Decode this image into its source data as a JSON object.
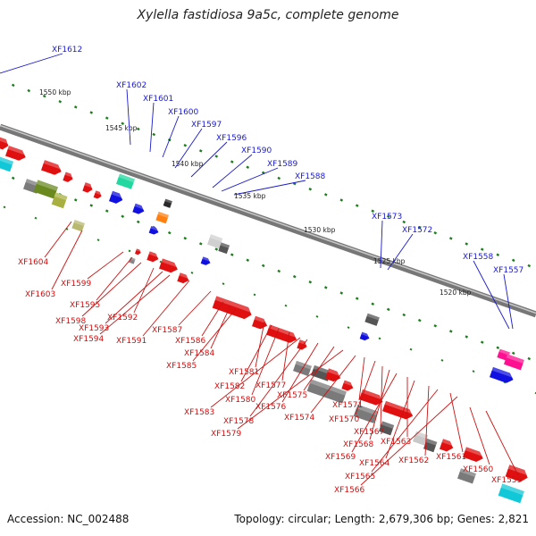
{
  "title": "Xylella fastidiosa 9a5c, complete genome",
  "accession": "Accession: NC_002488",
  "topology": "Topology: circular; Length: 2,679,306 bp; Genes: 2,821",
  "colors": {
    "upper_labels": "#1a1acc",
    "lower_labels": "#cc1111",
    "axis": "#8a8a8a",
    "ticks": "#1e7d1e"
  },
  "kbp_ticks": [
    {
      "text": "1550 kbp",
      "pos": 1550
    },
    {
      "text": "1545 kbp",
      "pos": 1545
    },
    {
      "text": "1540 kbp",
      "pos": 1540
    },
    {
      "text": "1535 kbp",
      "pos": 1535
    },
    {
      "text": "1530 kbp",
      "pos": 1530
    },
    {
      "text": "1525 kbp",
      "pos": 1525
    },
    {
      "text": "1520 kbp",
      "pos": 1520
    }
  ],
  "upper_labels": [
    "XF1612",
    "XF1602",
    "XF1601",
    "XF1600",
    "XF1597",
    "XF1596",
    "XF1590",
    "XF1589",
    "XF1588",
    "XF1573",
    "XF1572",
    "XF1558",
    "XF1557"
  ],
  "lower_labels": [
    "XF1604",
    "XF1603",
    "XF1599",
    "XF1595",
    "XF1598",
    "XF1592",
    "XF1593",
    "XF1594",
    "XF1591",
    "XF1587",
    "XF1586",
    "XF1584",
    "XF1585",
    "XF1581",
    "XF1582",
    "XF1580",
    "XF1577",
    "XF1583",
    "XF1578",
    "XF1576",
    "XF1575",
    "XF1579",
    "XF1574",
    "XF1571",
    "XF1570",
    "XF1567",
    "XF1568",
    "XF1569",
    "XF1563",
    "XF1564",
    "XF1562",
    "XF1565",
    "XF1561",
    "XF1566",
    "XF1560",
    "XF1559"
  ]
}
